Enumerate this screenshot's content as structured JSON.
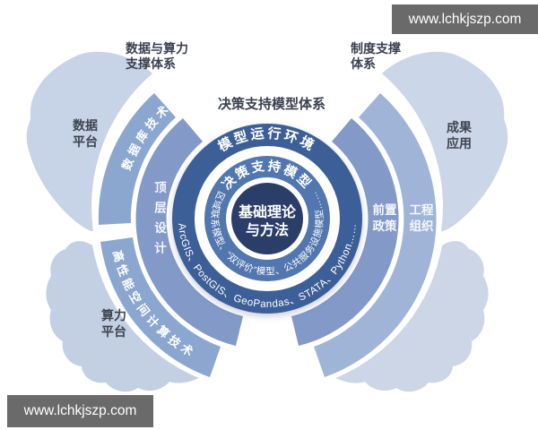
{
  "watermarks": {
    "top_right": "www.lchkjszp.com",
    "bottom_left": "www.lchkjszp.com"
  },
  "outer_labels": {
    "top_left_system": "数据与算力支撑体系",
    "top_right_system": "制度支撑体系",
    "center_system": "决策支持模型体系",
    "wing_top_left": "数据平台",
    "wing_top_right": "成果应用",
    "wing_bottom_left": "算力平台"
  },
  "rings": {
    "core": {
      "line1": "基础理论",
      "line2": "与方法"
    },
    "model_ring": {
      "title": "决策支持模型",
      "items_arc": "区域联系模型、“双评价”模型、公共服务设施模型……"
    },
    "env_ring": {
      "title": "模型运行环境",
      "items_arc": "ArcGIS、PostGIS、GeoPandas、STATA、Python……"
    },
    "mid_ring": {
      "left": "顶层设计",
      "right": "前置政策"
    },
    "outer_ring": {
      "upper_left": "数据库技术",
      "lower_left": "高性能空间计算技术",
      "right": "工程组织"
    }
  },
  "colors": {
    "wing": "#c9d4e6",
    "outer_ring_left": "#8ba6cf",
    "outer_ring_right": "#a0b4d7",
    "mid_ring": "#8399c8",
    "env_ring": "#3d5f97",
    "model_ring": "#5276ae",
    "core": "#2b3e68",
    "label_dark": "#3a4150",
    "watermark_bg": "#6a6a6a"
  }
}
